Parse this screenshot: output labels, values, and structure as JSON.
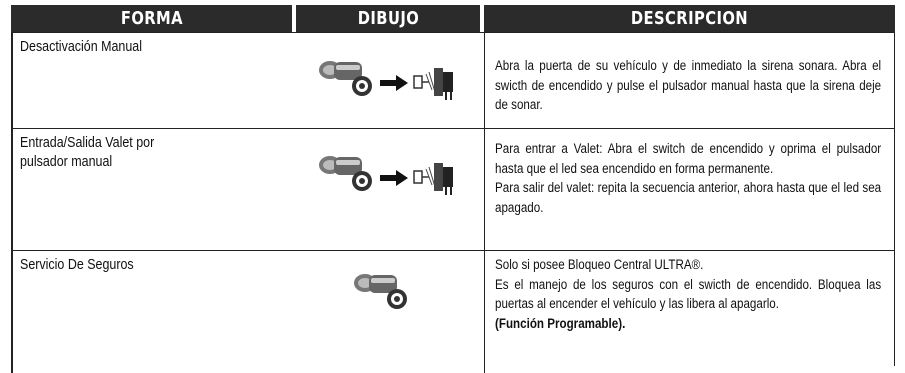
{
  "header": {
    "col1": "FORMA",
    "col2": "DIBUJO",
    "col3": "DESCRIPCION"
  },
  "rows": [
    {
      "forma": "Desactivación Manual",
      "desc": [
        "Abra la puerta de su vehículo y de inmediato la sirena sonara. Abra el swicth de encendido y pulse el pulsador manual hasta que la sirena deje de sonar."
      ]
    },
    {
      "forma_line1": "Entrada/Salida Valet por",
      "forma_line2": "pulsador manual",
      "desc": [
        "Para entrar a Valet: Abra el switch de encendido y oprima el pulsador hasta que el led sea encendido en forma permanente.",
        "Para salir del valet: repita la secuencia anterior, ahora hasta que el led sea apagado."
      ]
    },
    {
      "forma": "Servicio De Seguros",
      "desc_line1": "Solo si posee Bloqueo Central ULTRA®.",
      "desc_line2": "Es el manejo de los seguros con el swicth de encendido. Bloquea las puertas al encender el vehículo y las libera al apagarlo.",
      "desc_bold": "(Función Programable)."
    }
  ]
}
